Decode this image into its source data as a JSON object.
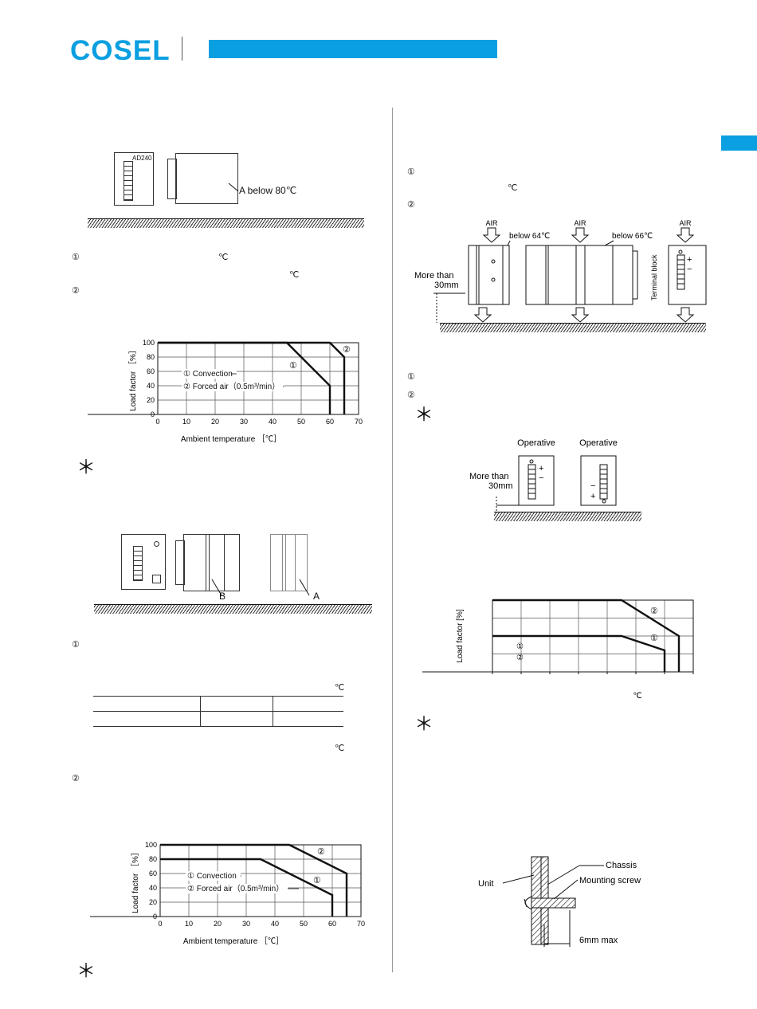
{
  "header": {
    "logo": "COSEL",
    "accent_color": "#0a9fe0"
  },
  "left": {
    "fig1": {
      "model_label": "AD240",
      "note": "A below 80℃"
    },
    "list1": [
      {
        "mark": "①",
        "unit1": "℃",
        "unit2": "℃"
      },
      {
        "mark": "②"
      }
    ],
    "fig2": {
      "label_b": "B",
      "label_a": "A"
    },
    "list2": {
      "mark1": "①",
      "mark2": "②"
    },
    "table_unit_top": "℃",
    "table_unit_bottom": "℃",
    "stars": [
      "＊",
      "＊"
    ]
  },
  "right": {
    "list1": [
      {
        "mark": "①",
        "unit": "℃"
      },
      {
        "mark": "②"
      }
    ],
    "airflow": {
      "air_labels": [
        "AIR",
        "AIR",
        "AIR"
      ],
      "below1": "below 64℃",
      "below2": "below 66℃",
      "more_than": "More than",
      "distance": "30mm",
      "terminal_block": "Terminal block",
      "plus": "+",
      "minus": "−"
    },
    "list2": [
      {
        "mark": "①"
      },
      {
        "mark": "②"
      }
    ],
    "star1": "＊",
    "orient": {
      "operative1": "Operative",
      "operative2": "Operative",
      "more_than": "More than",
      "distance": "30mm",
      "plus": "+",
      "minus": "−"
    },
    "star2": "＊",
    "mount": {
      "unit": "Unit",
      "chassis": "Chassis",
      "screw": "Mounting screw",
      "max": "6mm max"
    }
  },
  "chart_data": [
    {
      "type": "line",
      "xlabel": "Ambient temperature ［℃］",
      "ylabel": "Load factor ［%］",
      "xlim": [
        0,
        70
      ],
      "ylim": [
        0,
        100
      ],
      "xticks": [
        0,
        10,
        20,
        30,
        40,
        50,
        60,
        70
      ],
      "yticks": [
        0,
        20,
        40,
        60,
        80,
        100
      ],
      "grid": true,
      "series": [
        {
          "name": "① Convection",
          "x": [
            0,
            45,
            60,
            60
          ],
          "y": [
            100,
            100,
            40,
            0
          ]
        },
        {
          "name": "② Forced air（0.5m³/min）",
          "x": [
            0,
            60,
            65,
            65
          ],
          "y": [
            100,
            100,
            80,
            0
          ]
        }
      ],
      "curve_labels": [
        "①",
        "②"
      ]
    },
    {
      "type": "line",
      "xlabel": "Ambient temperature ［℃］",
      "ylabel": "Load factor ［%］",
      "xlim": [
        0,
        70
      ],
      "ylim": [
        0,
        100
      ],
      "xticks": [
        0,
        10,
        20,
        30,
        40,
        50,
        60,
        70
      ],
      "yticks": [
        0,
        20,
        40,
        60,
        80,
        100
      ],
      "grid": true,
      "series": [
        {
          "name": "① Convection",
          "x": [
            0,
            35,
            60,
            60
          ],
          "y": [
            80,
            80,
            30,
            0
          ]
        },
        {
          "name": "② Forced air（0.5m³/min）",
          "x": [
            0,
            45,
            65,
            65
          ],
          "y": [
            100,
            100,
            60,
            0
          ]
        }
      ],
      "curve_labels": [
        "①",
        "②"
      ]
    },
    {
      "type": "line",
      "ylabel": "Load factor [%]",
      "xlabel": "℃",
      "xlim": [
        0,
        70
      ],
      "ylim": [
        0,
        100
      ],
      "grid": true,
      "series": [
        {
          "x": [
            0,
            45,
            60,
            60
          ],
          "y": [
            50,
            50,
            30,
            0
          ]
        },
        {
          "x": [
            0,
            45,
            65,
            65
          ],
          "y": [
            100,
            100,
            50,
            0
          ]
        }
      ],
      "curve_labels": [
        "①",
        "②"
      ],
      "legend_marks": [
        "①",
        "②"
      ]
    }
  ]
}
